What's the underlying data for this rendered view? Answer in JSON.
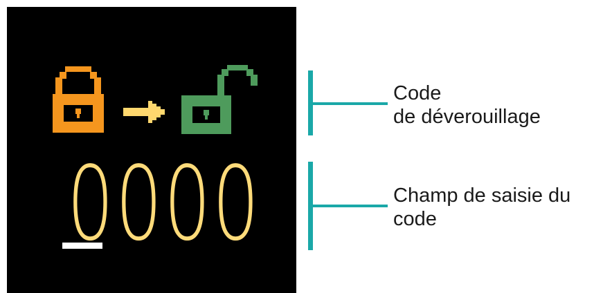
{
  "colors": {
    "screen_bg": "#000000",
    "lock_locked": "#f5961e",
    "lock_unlocked": "#4e9b5c",
    "arrow": "#ffd86e",
    "digits": "#ffdb7a",
    "cursor": "#ffffff",
    "callout": "#1aa8a8",
    "text": "#1a1a1a"
  },
  "display": {
    "icons": [
      "padlock-locked-icon",
      "arrow-right-icon",
      "padlock-unlocked-icon"
    ],
    "digits": [
      "0",
      "0",
      "0",
      "0"
    ],
    "cursor_position": 0
  },
  "callouts": [
    {
      "lines": [
        "Code",
        "de déverouillage"
      ]
    },
    {
      "lines": [
        "Champ de saisie du",
        "code"
      ]
    }
  ]
}
